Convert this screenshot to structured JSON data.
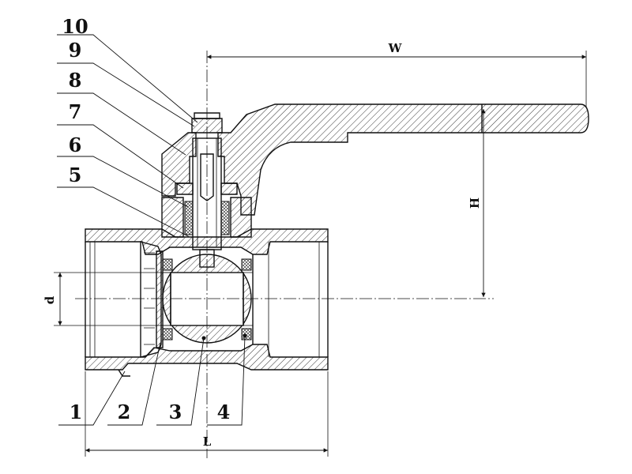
{
  "part_labels": {
    "p10": "10",
    "p9": "9",
    "p8": "8",
    "p7": "7",
    "p6": "6",
    "p5": "5",
    "p1": "1",
    "p2": "2",
    "p3": "3",
    "p4": "4"
  },
  "dimensions": {
    "width": "W",
    "height": "H",
    "bore": "d",
    "length": "L"
  }
}
